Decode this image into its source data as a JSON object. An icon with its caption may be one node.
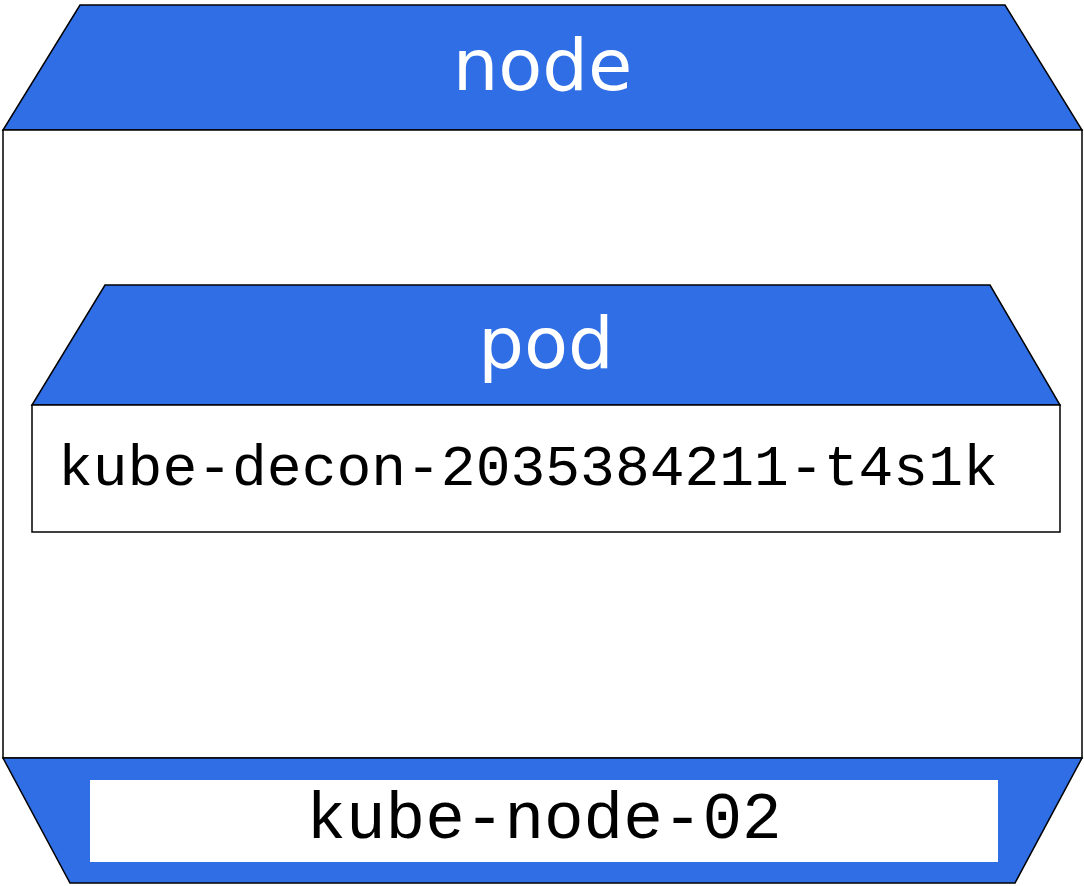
{
  "diagram": {
    "nodes": [
      {
        "text": [
          "node",
          "kube-node-02"
        ]
      },
      {
        "text": [
          "pod",
          "kube-decon-2035384211-t4s1k"
        ],
        "in": 0
      }
    ]
  }
}
